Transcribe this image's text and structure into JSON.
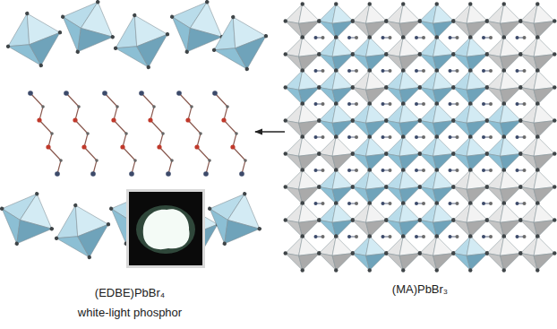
{
  "diagram": {
    "nodes": [
      {
        "text": [
          "(EDBE)PbBr₄",
          "white-light phosphor"
        ]
      },
      {
        "text": [
          "(MA)PbBr₃"
        ]
      }
    ],
    "edges": [
      {
        "from": 1,
        "to": 0,
        "arrow": "to"
      }
    ]
  }
}
